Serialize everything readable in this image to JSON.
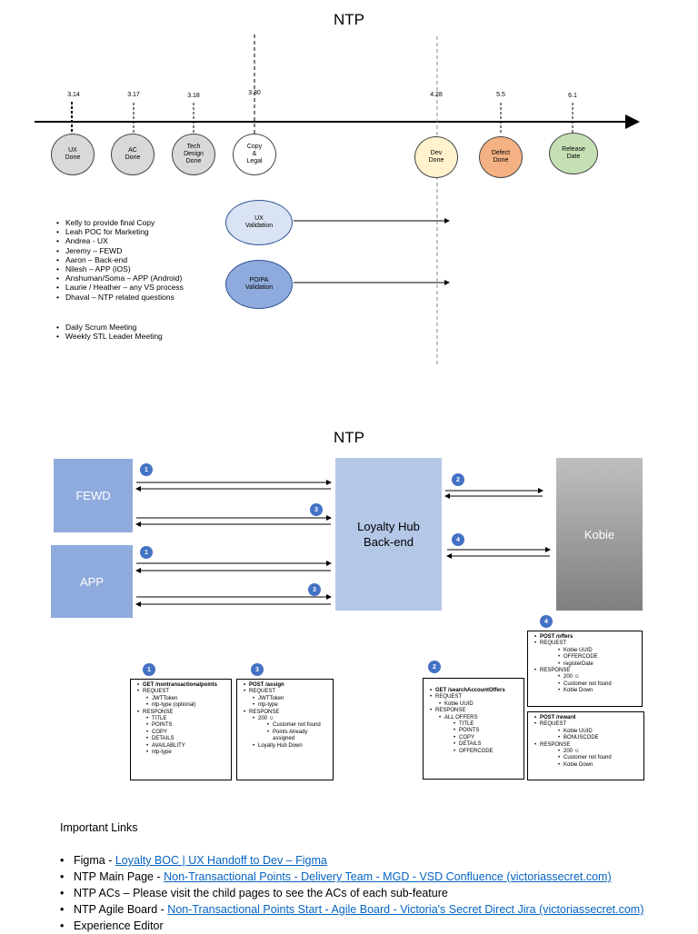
{
  "timeline": {
    "title": "NTP",
    "dates": [
      "3.14",
      "3.17",
      "3.18",
      "3.30",
      "4.28",
      "5.5",
      "6.1"
    ],
    "milestones": [
      {
        "label": "UX\nDone",
        "color": "#d9d9d9"
      },
      {
        "label": "AC\nDone",
        "color": "#d9d9d9"
      },
      {
        "label": "Tech\nDesign\nDone",
        "color": "#d9d9d9"
      },
      {
        "label": "Copy\n&\nLegal",
        "color": "#ffffff"
      },
      {
        "label": "Dev\nDone",
        "color": "#fff2cc"
      },
      {
        "label": "Defect\nDone",
        "color": "#f4b183"
      },
      {
        "label": "Release\nDate",
        "color": "#c5e0b4"
      }
    ],
    "validations": [
      {
        "label": "UX\nValidation",
        "color": "#dae3f3"
      },
      {
        "label": "PO/PA\nValidation",
        "color": "#8faadc"
      }
    ],
    "contacts": [
      "Kelly to provide final Copy",
      "Leah POC for Marketing",
      "Andrea - UX",
      "Jeremy – FEWD",
      "Aaron – Back-end",
      "Nilesh – APP (iOS)",
      "Anshuman/Soma – APP (Android)",
      "Laurie / Heather – any VS process",
      "Dhaval – NTP related questions"
    ],
    "meetings": [
      "Daily Scrum Meeting",
      "Weekly STL Leader Meeting"
    ]
  },
  "architecture": {
    "title": "NTP",
    "nodes": {
      "fewd": "FEWD",
      "app": "APP",
      "hub": "Loyalty Hub\nBack-end",
      "kobie": "Kobie"
    },
    "colors": {
      "client": "#8faadc",
      "hub": "#b4c7e7",
      "kobie": "#a6a6a6",
      "badge": "#4472c4"
    },
    "badges": [
      "1",
      "3",
      "1",
      "3",
      "2",
      "4",
      "1",
      "3",
      "2",
      "4"
    ],
    "api1": {
      "title": "GET /nontransactionalpoints",
      "request_label": "REQUEST",
      "request": [
        "JWTToken",
        "ntp-type (optional)"
      ],
      "response_label": "RESPONSE",
      "response": [
        "TITLE",
        "POINTS",
        "COPY",
        "DETAILS",
        "AVAILABLITY",
        "ntp-type"
      ]
    },
    "api3": {
      "title": "POST /assign",
      "request_label": "REQUEST",
      "request": [
        "JWTToken",
        "ntp-type"
      ],
      "response_label": "RESPONSE",
      "response_code": "200 ☺",
      "response": [
        "Customer not found",
        "Points Already assigned"
      ],
      "response_extra": "Loyalty Hub Down"
    },
    "api2": {
      "title": "GET /searchAccountOffers",
      "request_label": "REQUEST",
      "request": [
        "Kobie UUID"
      ],
      "response_label": "RESPONSE",
      "response_group": "ALL OFFERS",
      "response": [
        "TITLE",
        "POINTS",
        "COPY",
        "DETAILS",
        "OFFERCODE"
      ]
    },
    "api4a": {
      "title": "POST /offers",
      "request_label": "REQUEST",
      "request": [
        "Kobie UUID",
        "OFFERCODE",
        "registerDate"
      ],
      "response_label": "RESPONSE",
      "response": [
        "200 ☺",
        "Customer not found",
        "Kobie Down"
      ]
    },
    "api4b": {
      "title": "POST /reward",
      "request_label": "REQUEST",
      "request": [
        "Kobie UUID",
        "BONUSCODE"
      ],
      "response_label": "RESPONSE",
      "response": [
        "200 ☺",
        "Customer not found",
        "Kobie Down"
      ]
    }
  },
  "links": {
    "heading": "Important Links",
    "items": [
      {
        "prefix": "Figma - ",
        "link": "Loyalty BOC | UX Handoff to Dev – Figma"
      },
      {
        "prefix": "NTP Main Page - ",
        "link": "Non-Transactional Points - Delivery Team - MGD - VSD Confluence (victoriassecret.com)"
      },
      {
        "prefix": "NTP ACs – Please visit the child pages to see the ACs of each sub-feature",
        "link": ""
      },
      {
        "prefix": "NTP Agile Board - ",
        "link": "Non-Transactional Points Start - Agile Board - Victoria's Secret Direct Jira (victoriassecret.com)"
      },
      {
        "prefix": "Experience Editor",
        "link": ""
      }
    ]
  }
}
